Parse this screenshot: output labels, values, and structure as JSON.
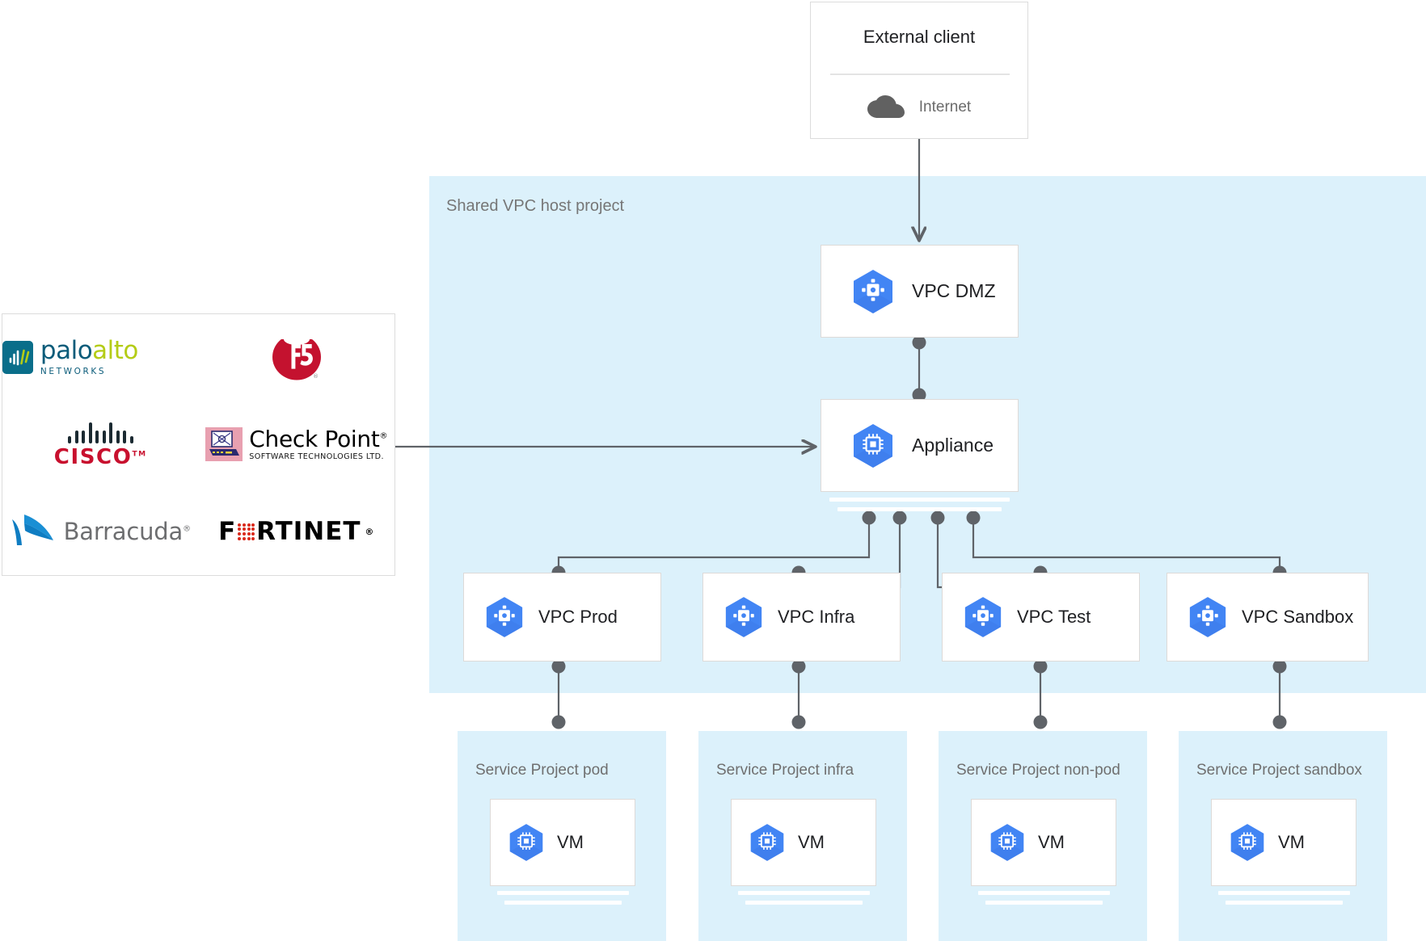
{
  "colors": {
    "region_bg": "#dcf1fb",
    "card_bg": "#ffffff",
    "card_border": "#dddad8",
    "gcp_blue": "#4285f4",
    "gcp_blue_dark": "#3c7ae4",
    "connector": "#5f6368",
    "text_dark": "#202124",
    "text_muted": "#6f6f6f"
  },
  "external_client": {
    "title": "External client",
    "internet_label": "Internet",
    "internet_icon": "cloud-icon"
  },
  "shared_vpc": {
    "label": "Shared VPC host project",
    "dmz": {
      "label": "VPC DMZ",
      "icon": "vpc-network-icon"
    },
    "appliance": {
      "label": "Appliance",
      "icon": "appliance-chip-icon"
    },
    "vpcs": [
      {
        "label": "VPC Prod",
        "icon": "vpc-network-icon"
      },
      {
        "label": "VPC Infra",
        "icon": "vpc-network-icon"
      },
      {
        "label": "VPC Test",
        "icon": "vpc-network-icon"
      },
      {
        "label": "VPC Sandbox",
        "icon": "vpc-network-icon"
      }
    ]
  },
  "service_projects": [
    {
      "title": "Service Project pod",
      "vm_label": "VM",
      "vm_icon": "vm-instance-icon"
    },
    {
      "title": "Service Project infra",
      "vm_label": "VM",
      "vm_icon": "vm-instance-icon"
    },
    {
      "title": "Service Project non-pod",
      "vm_label": "VM",
      "vm_icon": "vm-instance-icon"
    },
    {
      "title": "Service Project sandbox",
      "vm_label": "VM",
      "vm_icon": "vm-instance-icon"
    }
  ],
  "vendors": [
    {
      "id": "palo-alto",
      "name": "paloalto",
      "word1": "palo",
      "word2": "alto",
      "tagline": "NETWORKS",
      "primary": "#0b5c7a",
      "accent": "#b4cc16"
    },
    {
      "id": "f5",
      "name": "f5",
      "glyph": "f5",
      "primary": "#c4122f"
    },
    {
      "id": "cisco",
      "name": "CISCO",
      "primary": "#c8102e",
      "bars": "#1b2a32",
      "tm": "TM"
    },
    {
      "id": "check-point",
      "name": "Check Point",
      "tagline": "SOFTWARE TECHNOLOGIES LTD.",
      "primary": "#000000",
      "badge": "#e8a0b0"
    },
    {
      "id": "barracuda",
      "name": "Barracuda",
      "primary": "#6d6e70",
      "accent": "#0f7dc2"
    },
    {
      "id": "fortinet",
      "name": "FORTINET",
      "primary": "#000000",
      "accent": "#da291c"
    }
  ]
}
